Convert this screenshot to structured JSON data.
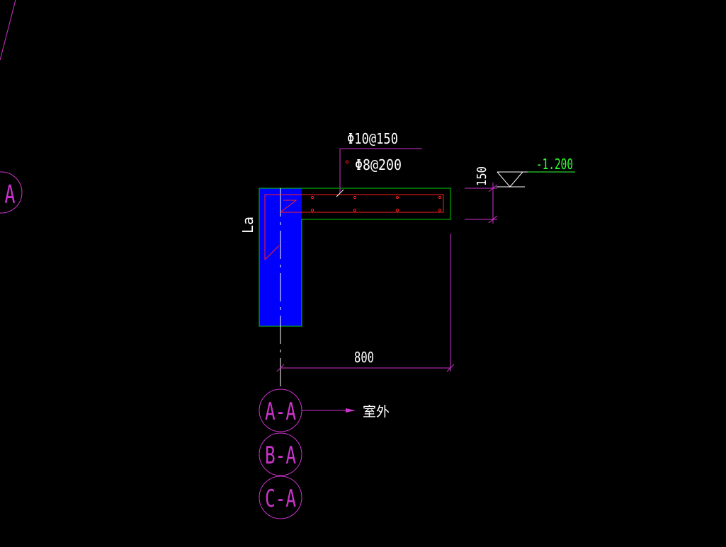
{
  "drawing": {
    "rebar_label_1": "Φ10@150",
    "rebar_label_2": "Φ8@200",
    "thickness_dim": "150",
    "elevation": "-1.200",
    "width_dim": "800",
    "anchorage_label": "La",
    "axis_left": "A",
    "axis_bubbles": [
      "A-A",
      "B-A",
      "C-A"
    ],
    "outside_label": "室外"
  },
  "colors": {
    "background": "#000000",
    "outline": "#00cc00",
    "column_fill": "#0000ff",
    "rebar": "#ff2020",
    "dimension": "#cc33cc",
    "text": "#ffffff",
    "elevation_text": "#33ff33"
  }
}
